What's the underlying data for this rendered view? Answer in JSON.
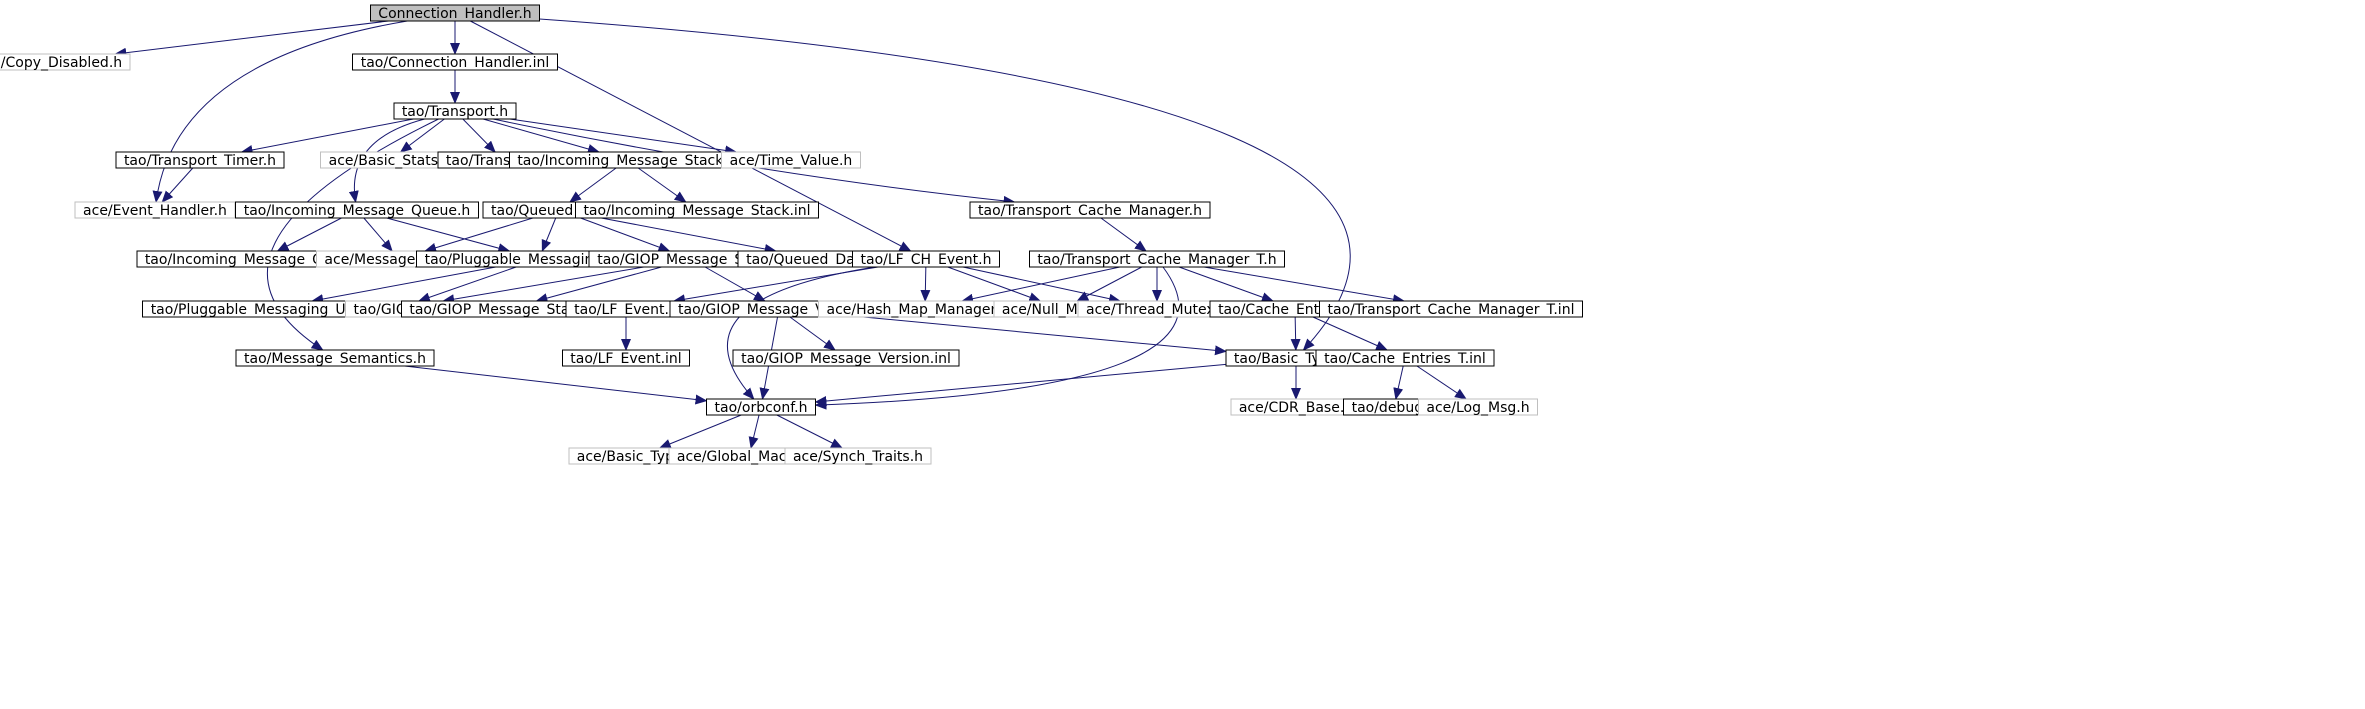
{
  "diagram": {
    "colors": {
      "edge": "#191970",
      "box_solid": "#000000",
      "box_external": "#bfbfbf",
      "root_fill": "#bfbfbf",
      "text": "#000000"
    },
    "nodes": [
      {
        "id": "root",
        "label": "Connection_Handler.h",
        "style": "root"
      },
      {
        "id": "copy_disabled",
        "label": "ace/Copy_Disabled.h",
        "style": "external"
      },
      {
        "id": "connection_handler_inl",
        "label": "tao/Connection_Handler.inl",
        "style": "solid"
      },
      {
        "id": "transport_h",
        "label": "tao/Transport.h",
        "style": "solid"
      },
      {
        "id": "transport_timer",
        "label": "tao/Transport_Timer.h",
        "style": "solid"
      },
      {
        "id": "basic_stats",
        "label": "ace/Basic_Stats.h",
        "style": "external"
      },
      {
        "id": "transport_inl",
        "label": "tao/Transport.inl",
        "style": "solid"
      },
      {
        "id": "incoming_message_stack",
        "label": "tao/Incoming_Message_Stack.h",
        "style": "solid"
      },
      {
        "id": "time_value",
        "label": "ace/Time_Value.h",
        "style": "external"
      },
      {
        "id": "event_handler",
        "label": "ace/Event_Handler.h",
        "style": "external"
      },
      {
        "id": "incoming_message_queue",
        "label": "tao/Incoming_Message_Queue.h",
        "style": "solid"
      },
      {
        "id": "queued_data",
        "label": "tao/Queued_Data.h",
        "style": "solid"
      },
      {
        "id": "incoming_message_stack_inl",
        "label": "tao/Incoming_Message_Stack.inl",
        "style": "solid"
      },
      {
        "id": "transport_cache_manager",
        "label": "tao/Transport_Cache_Manager.h",
        "style": "solid"
      },
      {
        "id": "incoming_message_queue_inl",
        "label": "tao/Incoming_Message_Queue.inl",
        "style": "solid"
      },
      {
        "id": "message_block",
        "label": "ace/Message_Block.h",
        "style": "external"
      },
      {
        "id": "pluggable_messaging_utils",
        "label": "tao/Pluggable_Messaging_Utils.h",
        "style": "solid"
      },
      {
        "id": "giop_message_state",
        "label": "tao/GIOP_Message_State.h",
        "style": "solid"
      },
      {
        "id": "queued_data_inl",
        "label": "tao/Queued_Data.inl",
        "style": "solid"
      },
      {
        "id": "lf_ch_event",
        "label": "tao/LF_CH_Event.h",
        "style": "solid"
      },
      {
        "id": "transport_cache_manager_t",
        "label": "tao/Transport_Cache_Manager_T.h",
        "style": "solid"
      },
      {
        "id": "pluggable_messaging_utils_inl",
        "label": "tao/Pluggable_Messaging_Utils.inl",
        "style": "solid"
      },
      {
        "id": "giopc",
        "label": "tao/GIOPC.h",
        "style": "external"
      },
      {
        "id": "giop_message_state_inl",
        "label": "tao/GIOP_Message_State.inl",
        "style": "solid"
      },
      {
        "id": "lf_event",
        "label": "tao/LF_Event.h",
        "style": "solid"
      },
      {
        "id": "giop_message_version",
        "label": "tao/GIOP_Message_Version.h",
        "style": "solid"
      },
      {
        "id": "hash_map_manager_t",
        "label": "ace/Hash_Map_Manager_T.h",
        "style": "external"
      },
      {
        "id": "null_mutex",
        "label": "ace/Null_Mutex.h",
        "style": "external"
      },
      {
        "id": "thread_mutex",
        "label": "ace/Thread_Mutex.h",
        "style": "external"
      },
      {
        "id": "cache_entries_t",
        "label": "tao/Cache_Entries_T.h",
        "style": "solid"
      },
      {
        "id": "transport_cache_manager_t_inl",
        "label": "tao/Transport_Cache_Manager_T.inl",
        "style": "solid"
      },
      {
        "id": "message_semantics",
        "label": "tao/Message_Semantics.h",
        "style": "solid"
      },
      {
        "id": "lf_event_inl",
        "label": "tao/LF_Event.inl",
        "style": "solid"
      },
      {
        "id": "giop_message_version_inl",
        "label": "tao/GIOP_Message_Version.inl",
        "style": "solid"
      },
      {
        "id": "basic_types_tao",
        "label": "tao/Basic_Types.h",
        "style": "solid"
      },
      {
        "id": "cache_entries_t_inl",
        "label": "tao/Cache_Entries_T.inl",
        "style": "solid"
      },
      {
        "id": "orbconf",
        "label": "tao/orbconf.h",
        "style": "solid"
      },
      {
        "id": "cdr_base",
        "label": "ace/CDR_Base.h",
        "style": "external"
      },
      {
        "id": "debug",
        "label": "tao/debug.h",
        "style": "solid"
      },
      {
        "id": "log_msg",
        "label": "ace/Log_Msg.h",
        "style": "external"
      },
      {
        "id": "basic_types_ace",
        "label": "ace/Basic_Types.h",
        "style": "external"
      },
      {
        "id": "global_macros",
        "label": "ace/Global_Macros.h",
        "style": "external"
      },
      {
        "id": "synch_traits",
        "label": "ace/Synch_Traits.h",
        "style": "external"
      }
    ],
    "edges": [
      [
        "root",
        "copy_disabled"
      ],
      [
        "root",
        "connection_handler_inl"
      ],
      [
        "root",
        "event_handler"
      ],
      [
        "root",
        "lf_ch_event"
      ],
      [
        "root",
        "basic_types_tao"
      ],
      [
        "connection_handler_inl",
        "transport_h"
      ],
      [
        "transport_h",
        "transport_timer"
      ],
      [
        "transport_h",
        "basic_stats"
      ],
      [
        "transport_h",
        "transport_inl"
      ],
      [
        "transport_h",
        "incoming_message_stack"
      ],
      [
        "transport_h",
        "time_value"
      ],
      [
        "transport_h",
        "incoming_message_queue"
      ],
      [
        "transport_h",
        "transport_cache_manager"
      ],
      [
        "transport_h",
        "message_semantics"
      ],
      [
        "transport_timer",
        "event_handler"
      ],
      [
        "incoming_message_stack",
        "queued_data"
      ],
      [
        "incoming_message_stack",
        "incoming_message_stack_inl"
      ],
      [
        "incoming_message_queue",
        "incoming_message_queue_inl"
      ],
      [
        "incoming_message_queue",
        "message_block"
      ],
      [
        "incoming_message_queue",
        "pluggable_messaging_utils"
      ],
      [
        "queued_data",
        "message_block"
      ],
      [
        "queued_data",
        "pluggable_messaging_utils"
      ],
      [
        "queued_data",
        "giop_message_state"
      ],
      [
        "queued_data",
        "queued_data_inl"
      ],
      [
        "transport_cache_manager",
        "transport_cache_manager_t"
      ],
      [
        "pluggable_messaging_utils",
        "pluggable_messaging_utils_inl"
      ],
      [
        "pluggable_messaging_utils",
        "giopc"
      ],
      [
        "giop_message_state",
        "giopc"
      ],
      [
        "giop_message_state",
        "giop_message_state_inl"
      ],
      [
        "giop_message_state",
        "giop_message_version"
      ],
      [
        "lf_ch_event",
        "lf_event"
      ],
      [
        "lf_ch_event",
        "hash_map_manager_t"
      ],
      [
        "lf_ch_event",
        "null_mutex"
      ],
      [
        "lf_ch_event",
        "thread_mutex"
      ],
      [
        "lf_ch_event",
        "orbconf"
      ],
      [
        "transport_cache_manager_t",
        "hash_map_manager_t"
      ],
      [
        "transport_cache_manager_t",
        "null_mutex"
      ],
      [
        "transport_cache_manager_t",
        "thread_mutex"
      ],
      [
        "transport_cache_manager_t",
        "cache_entries_t"
      ],
      [
        "transport_cache_manager_t",
        "transport_cache_manager_t_inl"
      ],
      [
        "transport_cache_manager_t",
        "orbconf"
      ],
      [
        "lf_event",
        "lf_event_inl"
      ],
      [
        "giop_message_version",
        "giop_message_version_inl"
      ],
      [
        "giop_message_version",
        "basic_types_tao"
      ],
      [
        "giop_message_version",
        "orbconf"
      ],
      [
        "cache_entries_t",
        "basic_types_tao"
      ],
      [
        "cache_entries_t",
        "cache_entries_t_inl"
      ],
      [
        "message_semantics",
        "orbconf"
      ],
      [
        "basic_types_tao",
        "orbconf"
      ],
      [
        "basic_types_tao",
        "cdr_base"
      ],
      [
        "cache_entries_t_inl",
        "debug"
      ],
      [
        "cache_entries_t_inl",
        "log_msg"
      ],
      [
        "orbconf",
        "basic_types_ace"
      ],
      [
        "orbconf",
        "global_macros"
      ],
      [
        "orbconf",
        "synch_traits"
      ]
    ]
  }
}
